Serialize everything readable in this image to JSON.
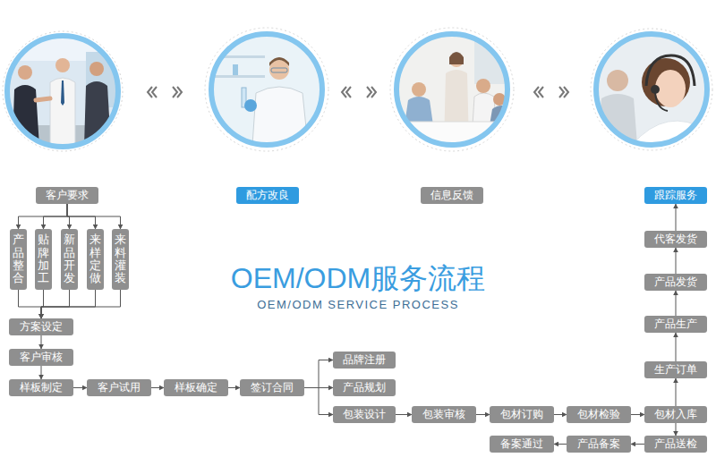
{
  "diagram": {
    "title": "OEM/ODM服务流程",
    "nodes": [
      {
        "text": [
          "客户要求"
        ]
      },
      {
        "text": [
          "配方改良"
        ]
      },
      {
        "text": [
          "信息反馈"
        ]
      },
      {
        "text": [
          "跟踪服务"
        ]
      },
      {
        "text": [
          "产品整合"
        ]
      },
      {
        "text": [
          "贴牌加工"
        ]
      },
      {
        "text": [
          "新品开发"
        ]
      },
      {
        "text": [
          "来样定做"
        ]
      },
      {
        "text": [
          "来料灌装"
        ]
      },
      {
        "text": [
          "方案设定"
        ]
      },
      {
        "text": [
          "客户审核"
        ]
      },
      {
        "text": [
          "样板制定"
        ]
      },
      {
        "text": [
          "客户试用"
        ]
      },
      {
        "text": [
          "样板确定"
        ]
      },
      {
        "text": [
          "签订合同"
        ]
      },
      {
        "text": [
          "品牌注册"
        ]
      },
      {
        "text": [
          "产品规划"
        ]
      },
      {
        "text": [
          "包装设计"
        ]
      },
      {
        "text": [
          "包装审核"
        ]
      },
      {
        "text": [
          "包材订购"
        ]
      },
      {
        "text": [
          "包材检验"
        ]
      },
      {
        "text": [
          "包材入库"
        ]
      },
      {
        "text": [
          "代客发货"
        ]
      },
      {
        "text": [
          "产品发货"
        ]
      },
      {
        "text": [
          "产品生产"
        ]
      },
      {
        "text": [
          "生产订单"
        ]
      },
      {
        "text": [
          "产品送检"
        ]
      },
      {
        "text": [
          "产品备案"
        ]
      },
      {
        "text": [
          "备案通过"
        ]
      }
    ],
    "edges": [
      {
        "from": 0,
        "to": 4,
        "arrow": "to"
      },
      {
        "from": 0,
        "to": 5,
        "arrow": "to"
      },
      {
        "from": 0,
        "to": 6,
        "arrow": "to"
      },
      {
        "from": 0,
        "to": 7,
        "arrow": "to"
      },
      {
        "from": 0,
        "to": 8,
        "arrow": "to"
      },
      {
        "from": 4,
        "to": 9,
        "arrow": "to"
      },
      {
        "from": 5,
        "to": 9,
        "arrow": "to"
      },
      {
        "from": 6,
        "to": 9,
        "arrow": "to"
      },
      {
        "from": 7,
        "to": 9,
        "arrow": "to"
      },
      {
        "from": 8,
        "to": 9,
        "arrow": "to"
      },
      {
        "from": 9,
        "to": 10,
        "arrow": "to"
      },
      {
        "from": 10,
        "to": 11,
        "arrow": "to"
      },
      {
        "from": 11,
        "to": 12,
        "arrow": "to"
      },
      {
        "from": 12,
        "to": 13,
        "arrow": "to"
      },
      {
        "from": 13,
        "to": 14,
        "arrow": "to"
      },
      {
        "from": 14,
        "to": 15,
        "arrow": "to"
      },
      {
        "from": 14,
        "to": 16,
        "arrow": "to"
      },
      {
        "from": 14,
        "to": 17,
        "arrow": "to"
      },
      {
        "from": 17,
        "to": 18,
        "arrow": "to"
      },
      {
        "from": 18,
        "to": 19,
        "arrow": "to"
      },
      {
        "from": 19,
        "to": 20,
        "arrow": "to"
      },
      {
        "from": 20,
        "to": 21,
        "arrow": "to"
      },
      {
        "from": 21,
        "to": 25,
        "arrow": "to"
      },
      {
        "from": 25,
        "to": 24,
        "arrow": "to"
      },
      {
        "from": 24,
        "to": 23,
        "arrow": "to"
      },
      {
        "from": 23,
        "to": 22,
        "arrow": "to"
      },
      {
        "from": 22,
        "to": 3,
        "arrow": "to"
      },
      {
        "from": 21,
        "to": 26,
        "arrow": "to"
      },
      {
        "from": 26,
        "to": 27,
        "arrow": "to"
      },
      {
        "from": 27,
        "to": 28,
        "arrow": "to"
      }
    ],
    "labels": [
      "OEM/ODM SERVICE PROCESS"
    ]
  }
}
